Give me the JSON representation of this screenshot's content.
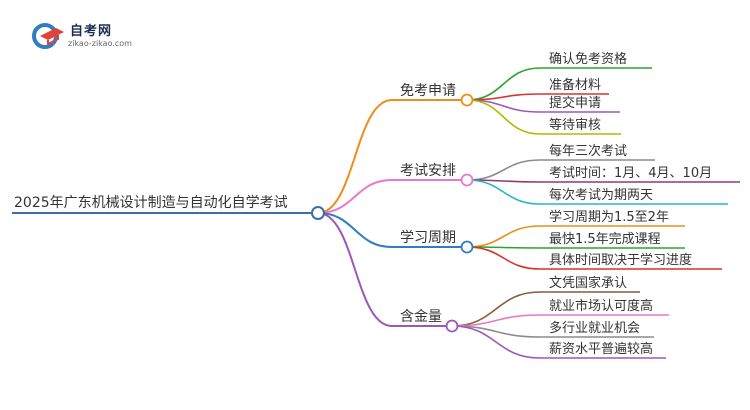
{
  "logo": {
    "name": "自考网",
    "url": "zikao-zikao.com"
  },
  "root": {
    "label": "2025年广东机械设计制造与自动化自学考试",
    "color": "#3a6fa5"
  },
  "branches": [
    {
      "label": "免考申请",
      "color": "#f08c1a",
      "children": [
        {
          "label": "确认免考资格",
          "color": "#2aa52a"
        },
        {
          "label": "准备材料",
          "color": "#d9342b"
        },
        {
          "label": "提交申请",
          "color": "#9b59b6"
        },
        {
          "label": "等待审核",
          "color": "#b5b800"
        }
      ]
    },
    {
      "label": "考试安排",
      "color": "#e879c8",
      "children": [
        {
          "label": "每年三次考试",
          "color": "#8c8c8c"
        },
        {
          "label": "考试时间：1月、4月、10月",
          "color": "#8b3a7a"
        },
        {
          "label": "每次考试为期两天",
          "color": "#22b8c8"
        }
      ]
    },
    {
      "label": "学习周期",
      "color": "#2f7ec2",
      "children": [
        {
          "label": "学习周期为1.5至2年",
          "color": "#f08c1a"
        },
        {
          "label": "最快1.5年完成课程",
          "color": "#2aa52a"
        },
        {
          "label": "具体时间取决于学习进度",
          "color": "#d9342b"
        }
      ]
    },
    {
      "label": "含金量",
      "color": "#9b59b6",
      "children": [
        {
          "label": "文凭国家承认",
          "color": "#8b5a3a"
        },
        {
          "label": "就业市场认可度高",
          "color": "#e879c8"
        },
        {
          "label": "多行业就业机会",
          "color": "#8c8c8c"
        },
        {
          "label": "薪资水平普遍较高",
          "color": "#9b59b6"
        }
      ]
    }
  ]
}
